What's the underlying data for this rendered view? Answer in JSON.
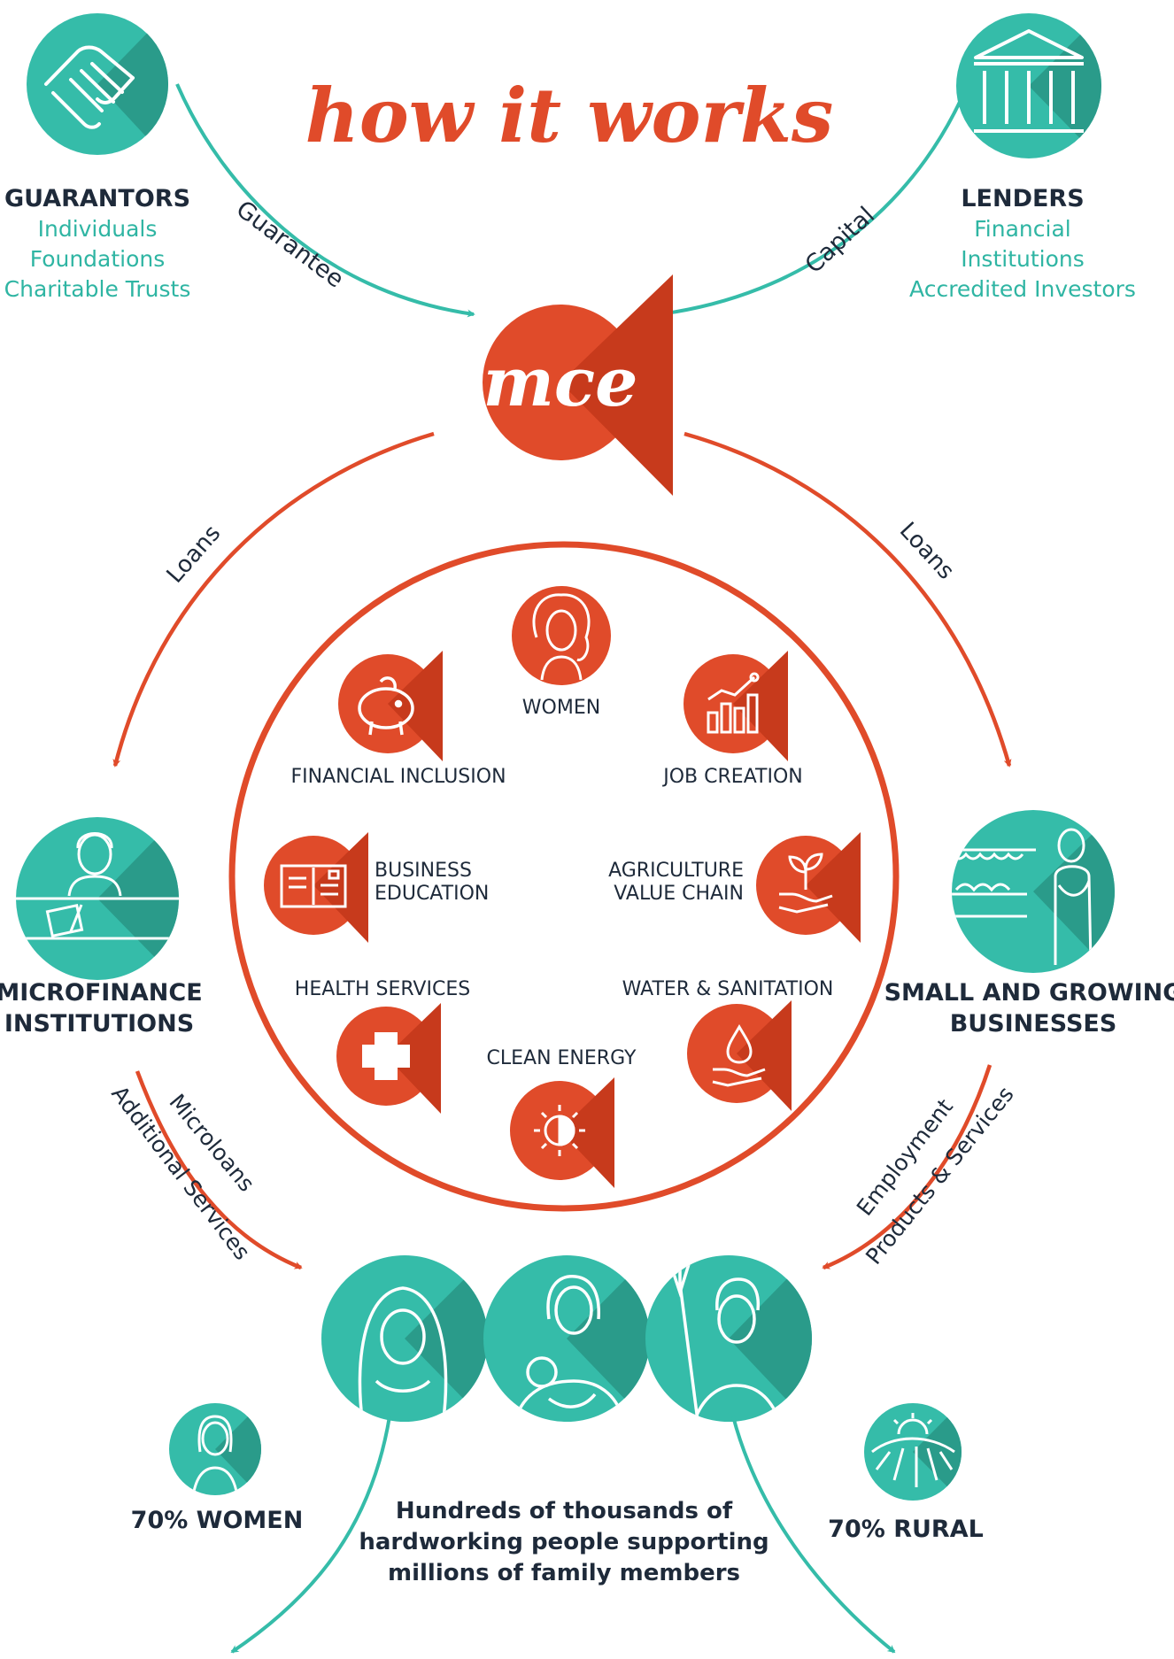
{
  "title": "how it works",
  "center": {
    "label": "mce"
  },
  "colors": {
    "teal": "#35bca9",
    "teal_dark": "#2a9b8a",
    "orange": "#e04b2a",
    "orange_dark": "#c73a1c",
    "navy": "#1e2a3a"
  },
  "guarantors": {
    "heading": "GUARANTORS",
    "items": [
      "Individuals",
      "Foundations",
      "Charitable Trusts"
    ],
    "icon": "handshake-icon"
  },
  "lenders": {
    "heading": "LENDERS",
    "items": [
      "Financial",
      "Institutions",
      "Accredited Investors"
    ],
    "icon": "bank-building-icon"
  },
  "flows": {
    "guarantees": "Guarantees",
    "capital": "Capital",
    "loans_left": "Loans",
    "loans_right": "Loans",
    "microloans": "Microloans",
    "additional_services": "Additional Services",
    "employment": "Employment",
    "products_services": "Products & Services"
  },
  "microfinance": {
    "line1": "MICROFINANCE",
    "line2": "INSTITUTIONS",
    "icon": "banker-at-desk-icon"
  },
  "small_business": {
    "line1": "SMALL AND GROWING",
    "line2": "BUSINESSES",
    "icon": "market-vendor-icon"
  },
  "impact": {
    "women": "WOMEN",
    "financial_inclusion": "FINANCIAL INCLUSION",
    "job_creation": "JOB CREATION",
    "business_education": [
      "BUSINESS",
      "EDUCATION"
    ],
    "agriculture": [
      "AGRICULTURE",
      "VALUE CHAIN"
    ],
    "health_services": "HEALTH SERVICES",
    "water_sanitation": "WATER & SANITATION",
    "clean_energy": "CLEAN ENERGY"
  },
  "bottom": {
    "women_stat": "70% WOMEN",
    "rural_stat": "70% RURAL",
    "description": [
      "Hundreds of thousands of",
      "hardworking people supporting",
      "millions of family members"
    ]
  }
}
